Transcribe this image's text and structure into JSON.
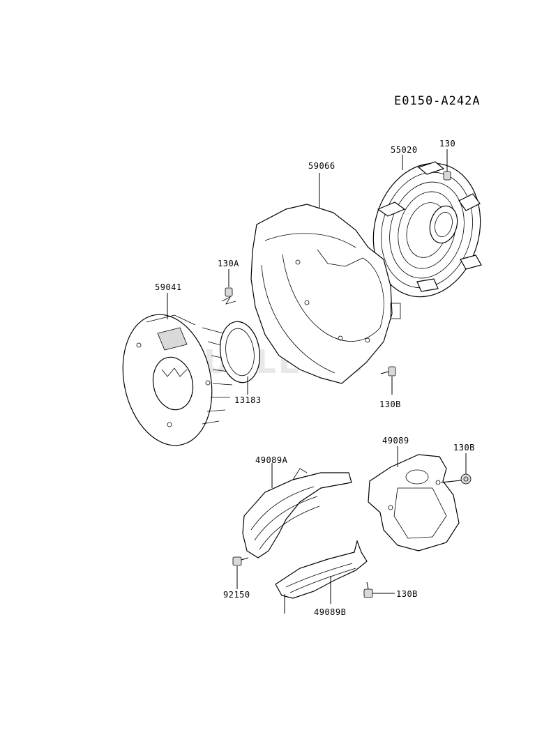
{
  "diagram_code": "E0150-A242A",
  "watermark": "CUTLER'S",
  "parts": [
    {
      "id": "55020",
      "label": "55020"
    },
    {
      "id": "130",
      "label": "130"
    },
    {
      "id": "59066",
      "label": "59066"
    },
    {
      "id": "130A",
      "label": "130A"
    },
    {
      "id": "59041",
      "label": "59041"
    },
    {
      "id": "13183",
      "label": "13183"
    },
    {
      "id": "130B_a",
      "label": "130B"
    },
    {
      "id": "49089",
      "label": "49089"
    },
    {
      "id": "130B_b",
      "label": "130B"
    },
    {
      "id": "49089A",
      "label": "49089A"
    },
    {
      "id": "92150",
      "label": "92150"
    },
    {
      "id": "49089B",
      "label": "49089B"
    },
    {
      "id": "130B_c",
      "label": "130B"
    }
  ]
}
